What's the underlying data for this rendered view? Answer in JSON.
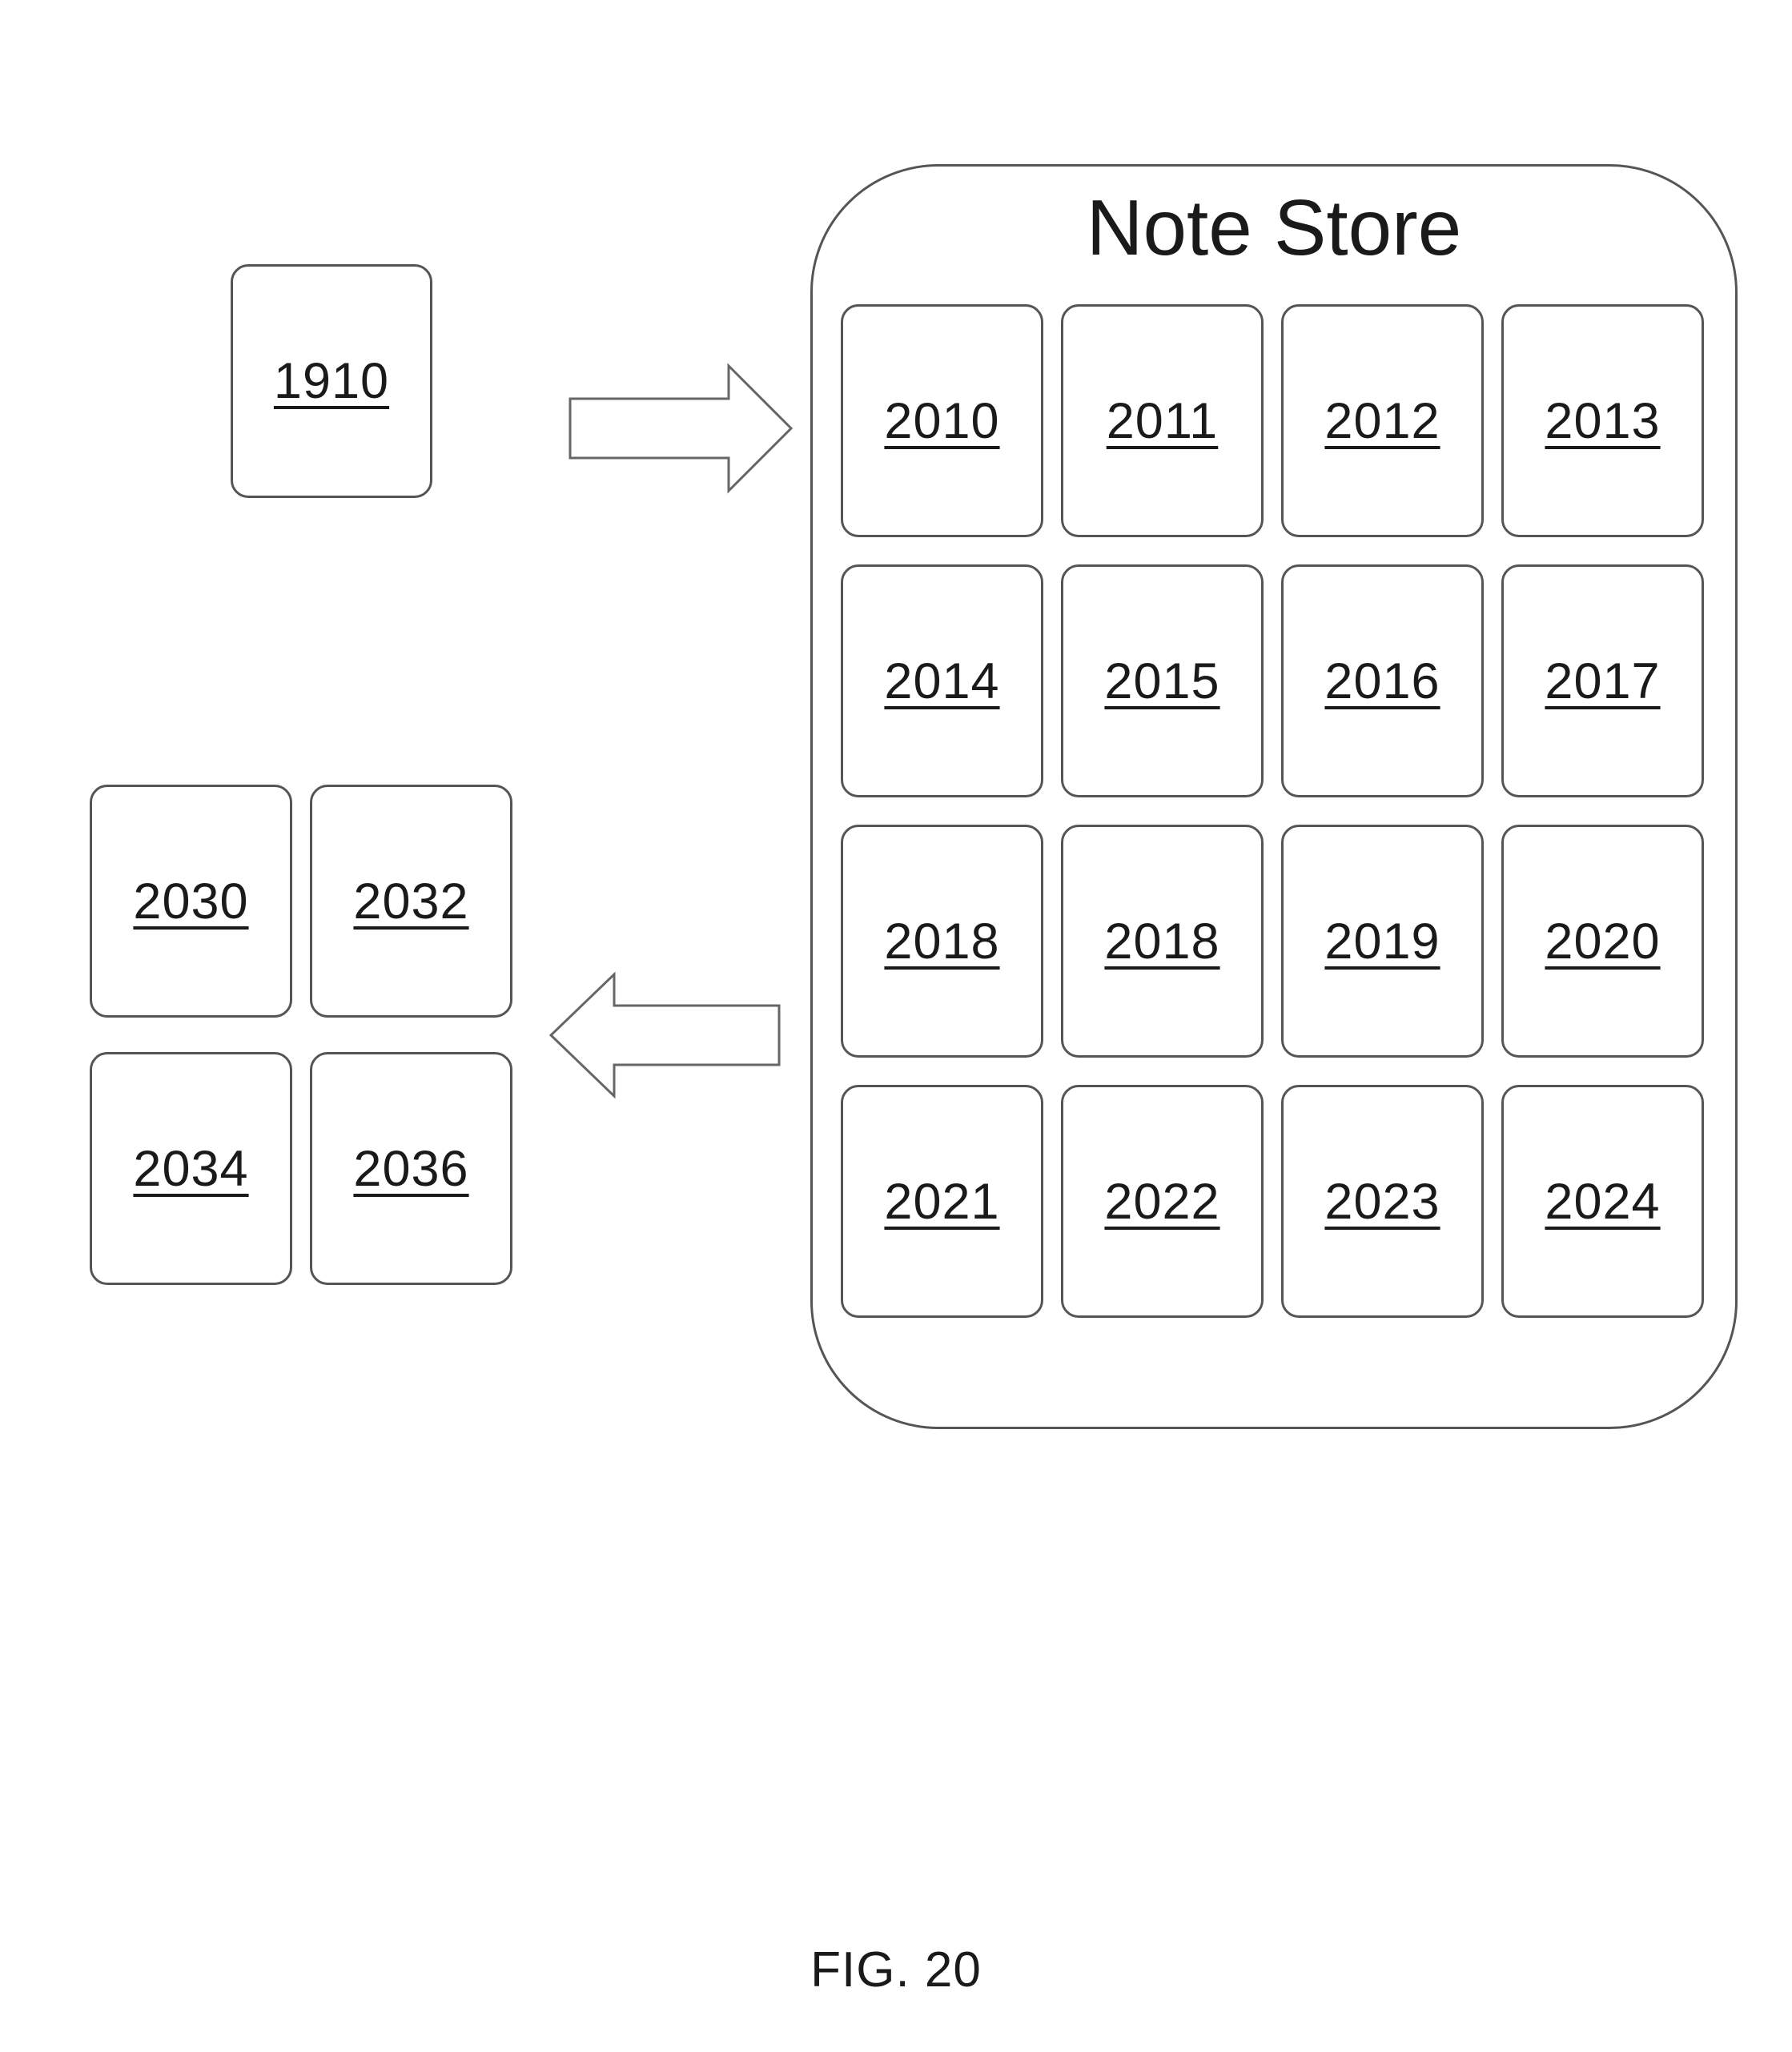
{
  "source_node": {
    "label": "1910"
  },
  "note_store": {
    "title": "Note Store",
    "cells": [
      "2010",
      "2011",
      "2012",
      "2013",
      "2014",
      "2015",
      "2016",
      "2017",
      "2018",
      "2018",
      "2019",
      "2020",
      "2021",
      "2022",
      "2023",
      "2024"
    ]
  },
  "output_nodes": [
    "2030",
    "2032",
    "2034",
    "2036"
  ],
  "caption": "FIG. 20"
}
